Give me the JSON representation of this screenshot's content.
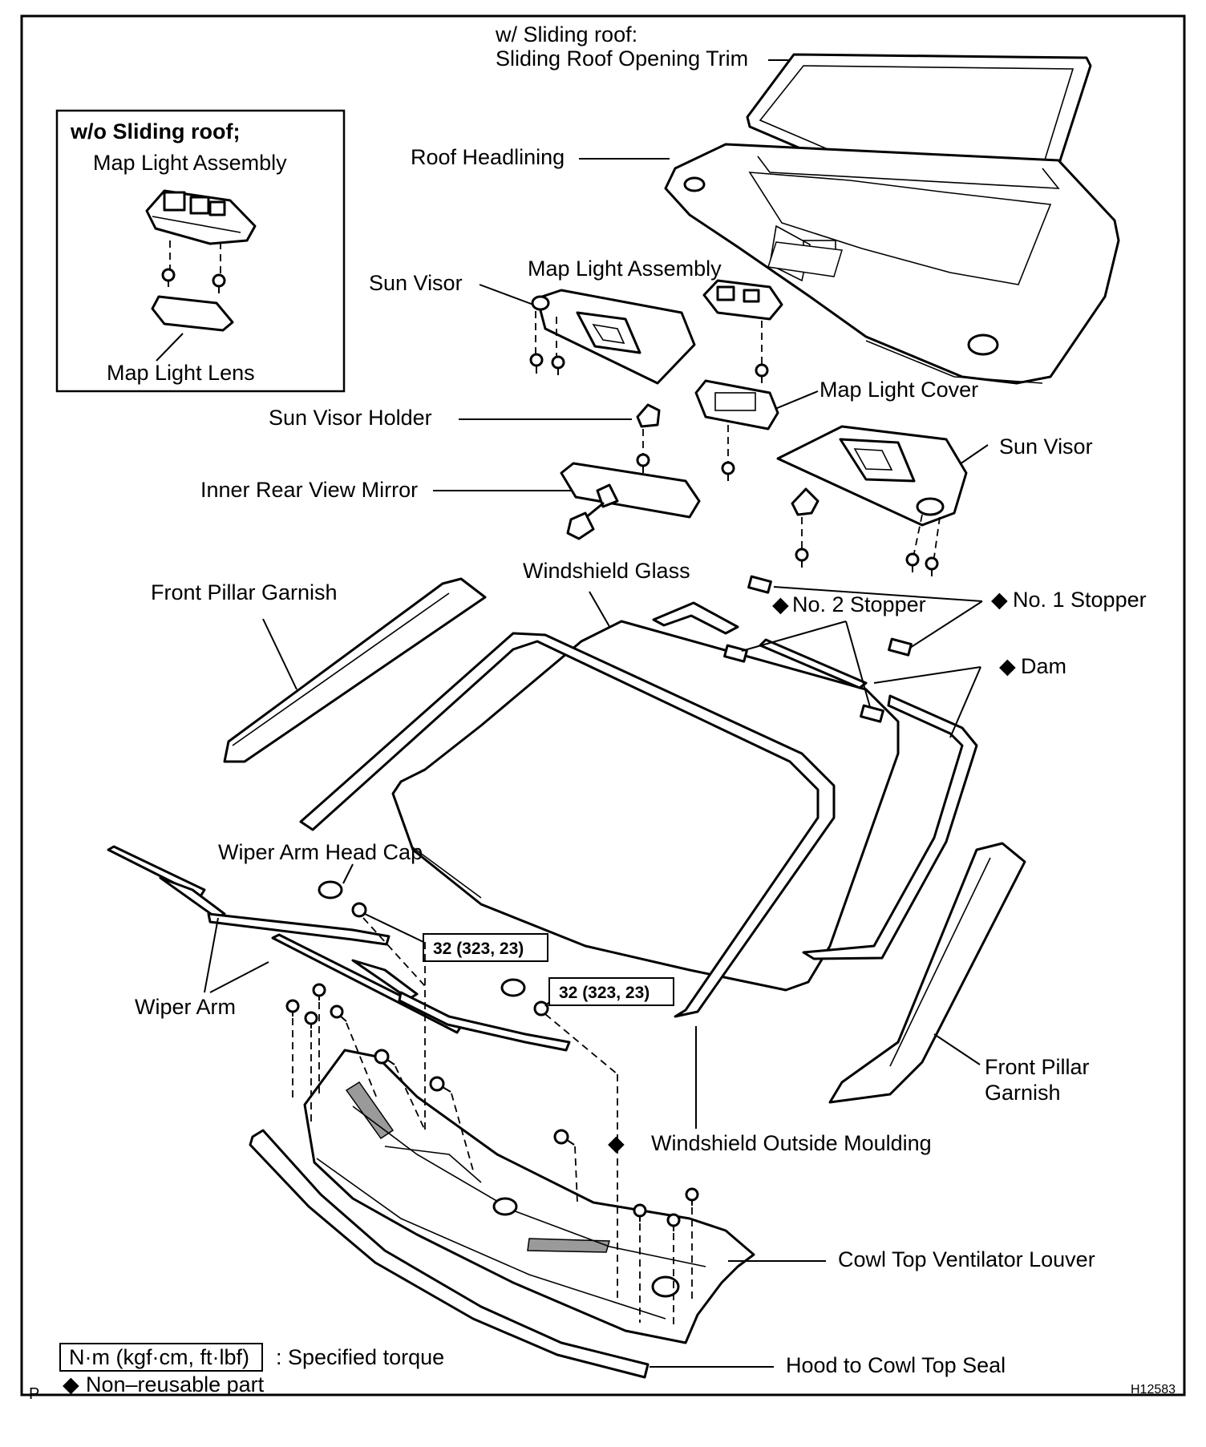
{
  "diagram": {
    "inset": {
      "title": "w/o Sliding roof;",
      "labels": [
        "Map Light Assembly",
        "Map Light Lens"
      ]
    },
    "sliding_roof": {
      "line1": "w/ Sliding roof:",
      "line2": "Sliding Roof Opening Trim"
    },
    "labels": {
      "roof_headlining": "Roof Headlining",
      "sun_visor_left": "Sun Visor",
      "map_light_assembly": "Map Light Assembly",
      "map_light_cover": "Map Light Cover",
      "sun_visor_holder": "Sun Visor Holder",
      "sun_visor_right": "Sun Visor",
      "inner_rear_view_mirror": "Inner Rear View Mirror",
      "front_pillar_garnish_left": "Front Pillar Garnish",
      "windshield_glass": "Windshield Glass",
      "no2_stopper": "No. 2 Stopper",
      "no1_stopper": "No. 1 Stopper",
      "dam": "Dam",
      "wiper_arm_head_cap": "Wiper Arm Head Cap",
      "wiper_arm": "Wiper Arm",
      "front_pillar_garnish_right_1": "Front Pillar",
      "front_pillar_garnish_right_2": "Garnish",
      "windshield_outside_moulding": "Windshield Outside Moulding",
      "cowl_top_ventilator_louver": "Cowl Top Ventilator Louver",
      "hood_to_cowl_top_seal": "Hood to Cowl Top Seal"
    },
    "torque_values": [
      "32 (323, 23)",
      "32 (323, 23)"
    ],
    "legend": {
      "torque_box": "N·m (kgf·cm, ft·lbf)",
      "torque_text": ": Specified torque",
      "nonreusable": "Non–reusable part",
      "diamond": "◆"
    },
    "corner_left": "P",
    "figure_id": "H12583"
  }
}
